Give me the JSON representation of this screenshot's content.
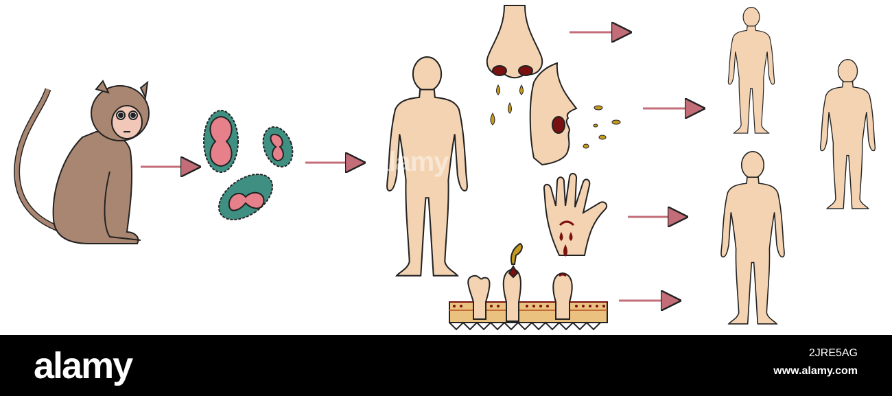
{
  "colors": {
    "monkey": "#a98671",
    "skin": "#f3d3b2",
    "virus_outer": "#3f8f82",
    "virus_inner": "#e6808a",
    "arrow": "#c36d78",
    "drop": "#c59a1f",
    "blood": "#7a1010",
    "footer": "#000000"
  },
  "icons": [
    "monkey-icon",
    "virus-particle-icon",
    "human-figure-icon",
    "nose-icon",
    "face-sneeze-icon",
    "hand-wound-icon",
    "skin-lesion-icon"
  ],
  "watermark": {
    "text": "alamy"
  },
  "footer": {
    "brand": "alamy",
    "image_id": "2JRE5AG",
    "url": "www.alamy.com"
  }
}
